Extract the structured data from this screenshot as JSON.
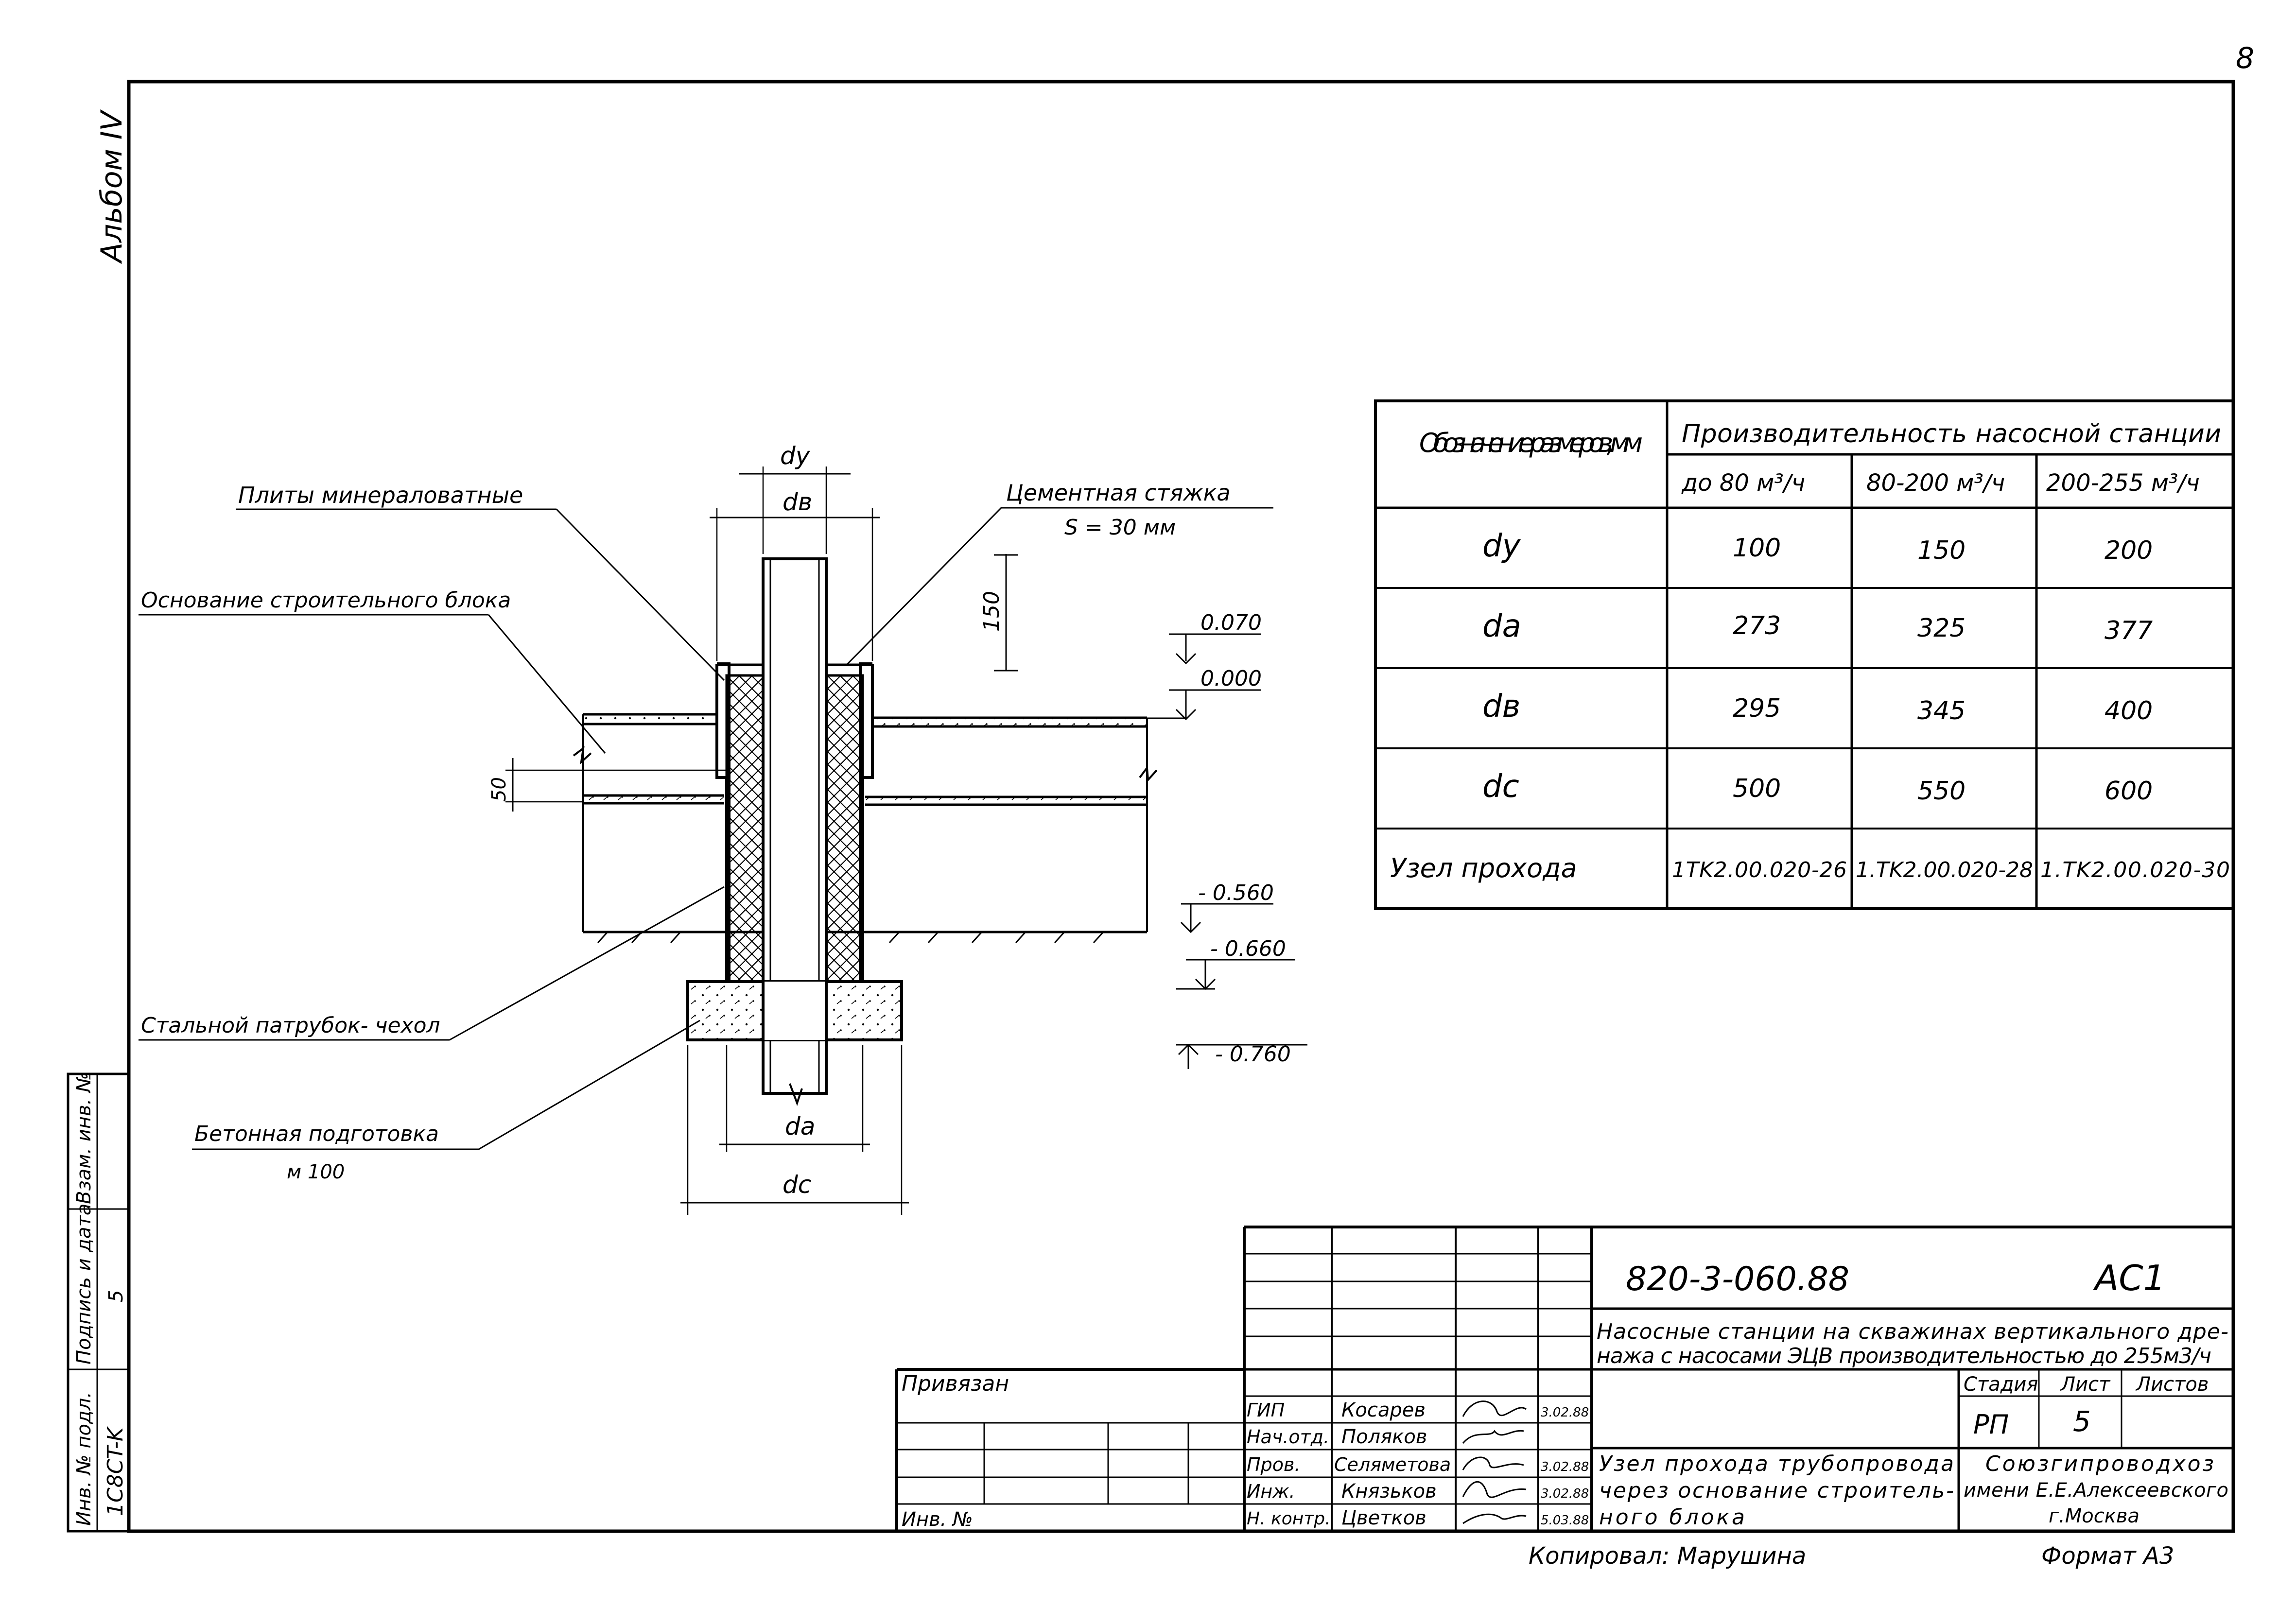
{
  "page_number": "8",
  "album": "Альбом IV",
  "left_strip": {
    "inv_podl": "Инв. № подл.",
    "inv_podl_value": "1C8CT-K",
    "sign_date": "Подпись и дата",
    "sign_date_value": "5",
    "vzam": "Взам. инв. №"
  },
  "callouts": {
    "mineral_plates": "Плиты минераловатные",
    "block_base": "Основание строительного блока",
    "steel_sleeve": "Стальной патрубок- чехол",
    "concrete_prep": "Бетонная подготовка",
    "concrete_grade": "м 100",
    "cement_screed": "Цементная стяжка",
    "screed_thickness": "S = 30 мм"
  },
  "dimensions": {
    "dy": "dy",
    "dv": "dв",
    "da": "da",
    "dc": "dc",
    "d150": "150",
    "d50": "50"
  },
  "levels": [
    "0.070",
    "0.000",
    "- 0.560",
    "- 0.660",
    "- 0.760"
  ],
  "table": {
    "col0": "Обозначение размеров, мм",
    "group": "Производительность насосной станции",
    "headers": [
      "до 80 м³/ч",
      "80-200 м³/ч",
      "200-255 м³/ч"
    ],
    "rows": [
      {
        "label": "dy",
        "values": [
          "100",
          "150",
          "200"
        ]
      },
      {
        "label": "da",
        "values": [
          "273",
          "325",
          "377"
        ]
      },
      {
        "label": "dв",
        "values": [
          "295",
          "345",
          "400"
        ]
      },
      {
        "label": "dc",
        "values": [
          "500",
          "550",
          "600"
        ]
      },
      {
        "label": "Узел прохода",
        "values": [
          "1TK2.00.020-26",
          "1.TK2.00.020-28",
          "1.TK2.00.020-30"
        ]
      }
    ]
  },
  "title_block": {
    "code": "820-3-060.88",
    "sheet_mark": "АС1",
    "project_title": "Насосные станции на скважинах вертикального дренажа с насосами ЭЦВ производительностью до 255 м3/ч",
    "stage_h": "Стадия",
    "sheet_h": "Лист",
    "sheets_h": "Листов",
    "stage": "РП",
    "sheet": "5",
    "drawing_title": "Узел прохода трубопровода через основание строительного блока",
    "org": "Союзгипроводхоз имени Е.Е.Алексеевского г.Москва",
    "privyazan": "Привязан",
    "inv_no": "Инв. №",
    "people": [
      {
        "role": "ГИП",
        "name": "Косарев",
        "date": "3.02.88"
      },
      {
        "role": "Нач.отд.",
        "name": "Поляков",
        "date": ""
      },
      {
        "role": "Пров.",
        "name": "Селяметова",
        "date": "3.02.88"
      },
      {
        "role": "Инж.",
        "name": "Князьков",
        "date": "3.02.88"
      },
      {
        "role": "Н. контр.",
        "name": "Цветков",
        "date": "5.03.88"
      }
    ]
  },
  "copied_by": "Копировал: Марушина",
  "format": "Формат А3"
}
